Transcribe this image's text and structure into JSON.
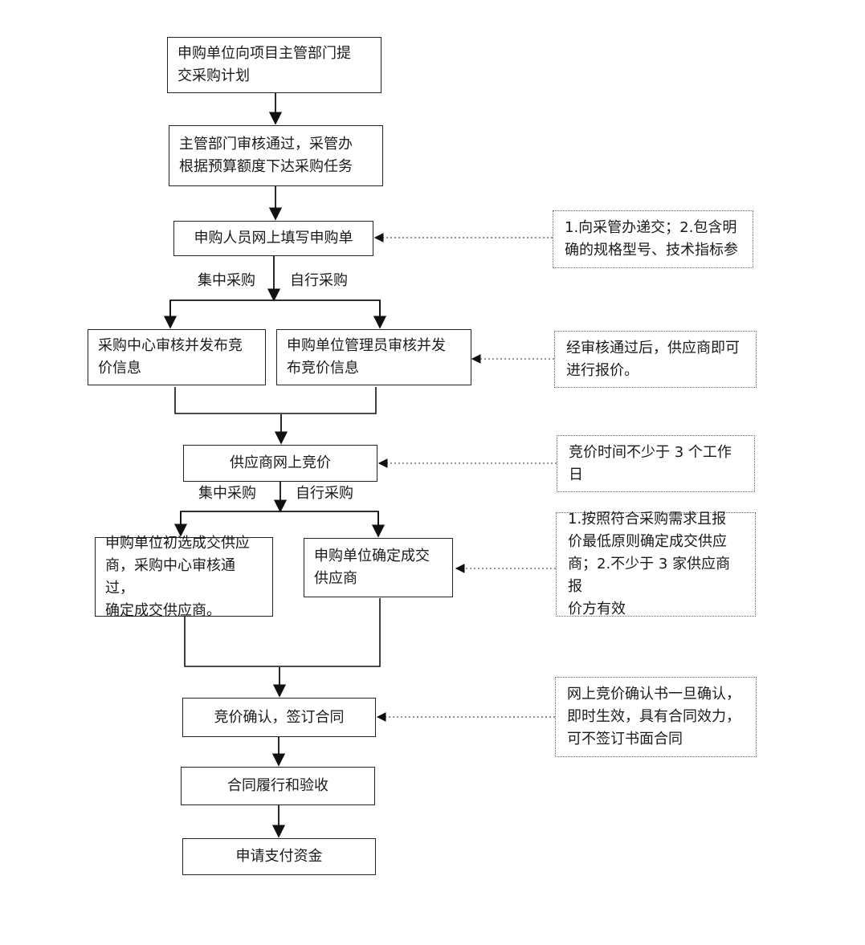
{
  "steps": {
    "submit_plan": "申购单位向项目主管部门提\n交采购计划",
    "approve_task": "主管部门审核通过，采管办\n根据预算额度下达采购任务",
    "fill_form": "申购人员网上填写申购单",
    "center_publish": "采购中心审核并发布竞\n价信息",
    "unit_publish": "申购单位管理员审核并发\n布竞价信息",
    "supplier_bid": "供应商网上竞价",
    "unit_preselect": "申购单位初选成交供应\n商，采购中心审核通过，\n确定成交供应商。",
    "unit_confirm": "申购单位确定成交\n供应商",
    "confirm_contract": "竞价确认，签订合同",
    "performance": "合同履行和验收",
    "payment": "申请支付资金"
  },
  "branch_labels": {
    "first_centralized": "集中采购",
    "first_self": "自行采购",
    "second_centralized": "集中采购",
    "second_self": "自行采购"
  },
  "notes": {
    "note_fill_form": "1.向采管办递交；2.包含明\n确的规格型号、技术指标参",
    "note_publish": "经审核通过后，供应商即可\n进行报价。",
    "note_bid_time": "竞价时间不少于 3 个工作\n日",
    "note_confirm_rule": "1.按照符合采购需求且报\n价最低原则确定成交供应\n商；2.不少于 3 家供应商报\n价方有效",
    "note_contract": "网上竞价确认书一旦确认，\n即时生效，具有合同效力，\n可不签订书面合同"
  }
}
